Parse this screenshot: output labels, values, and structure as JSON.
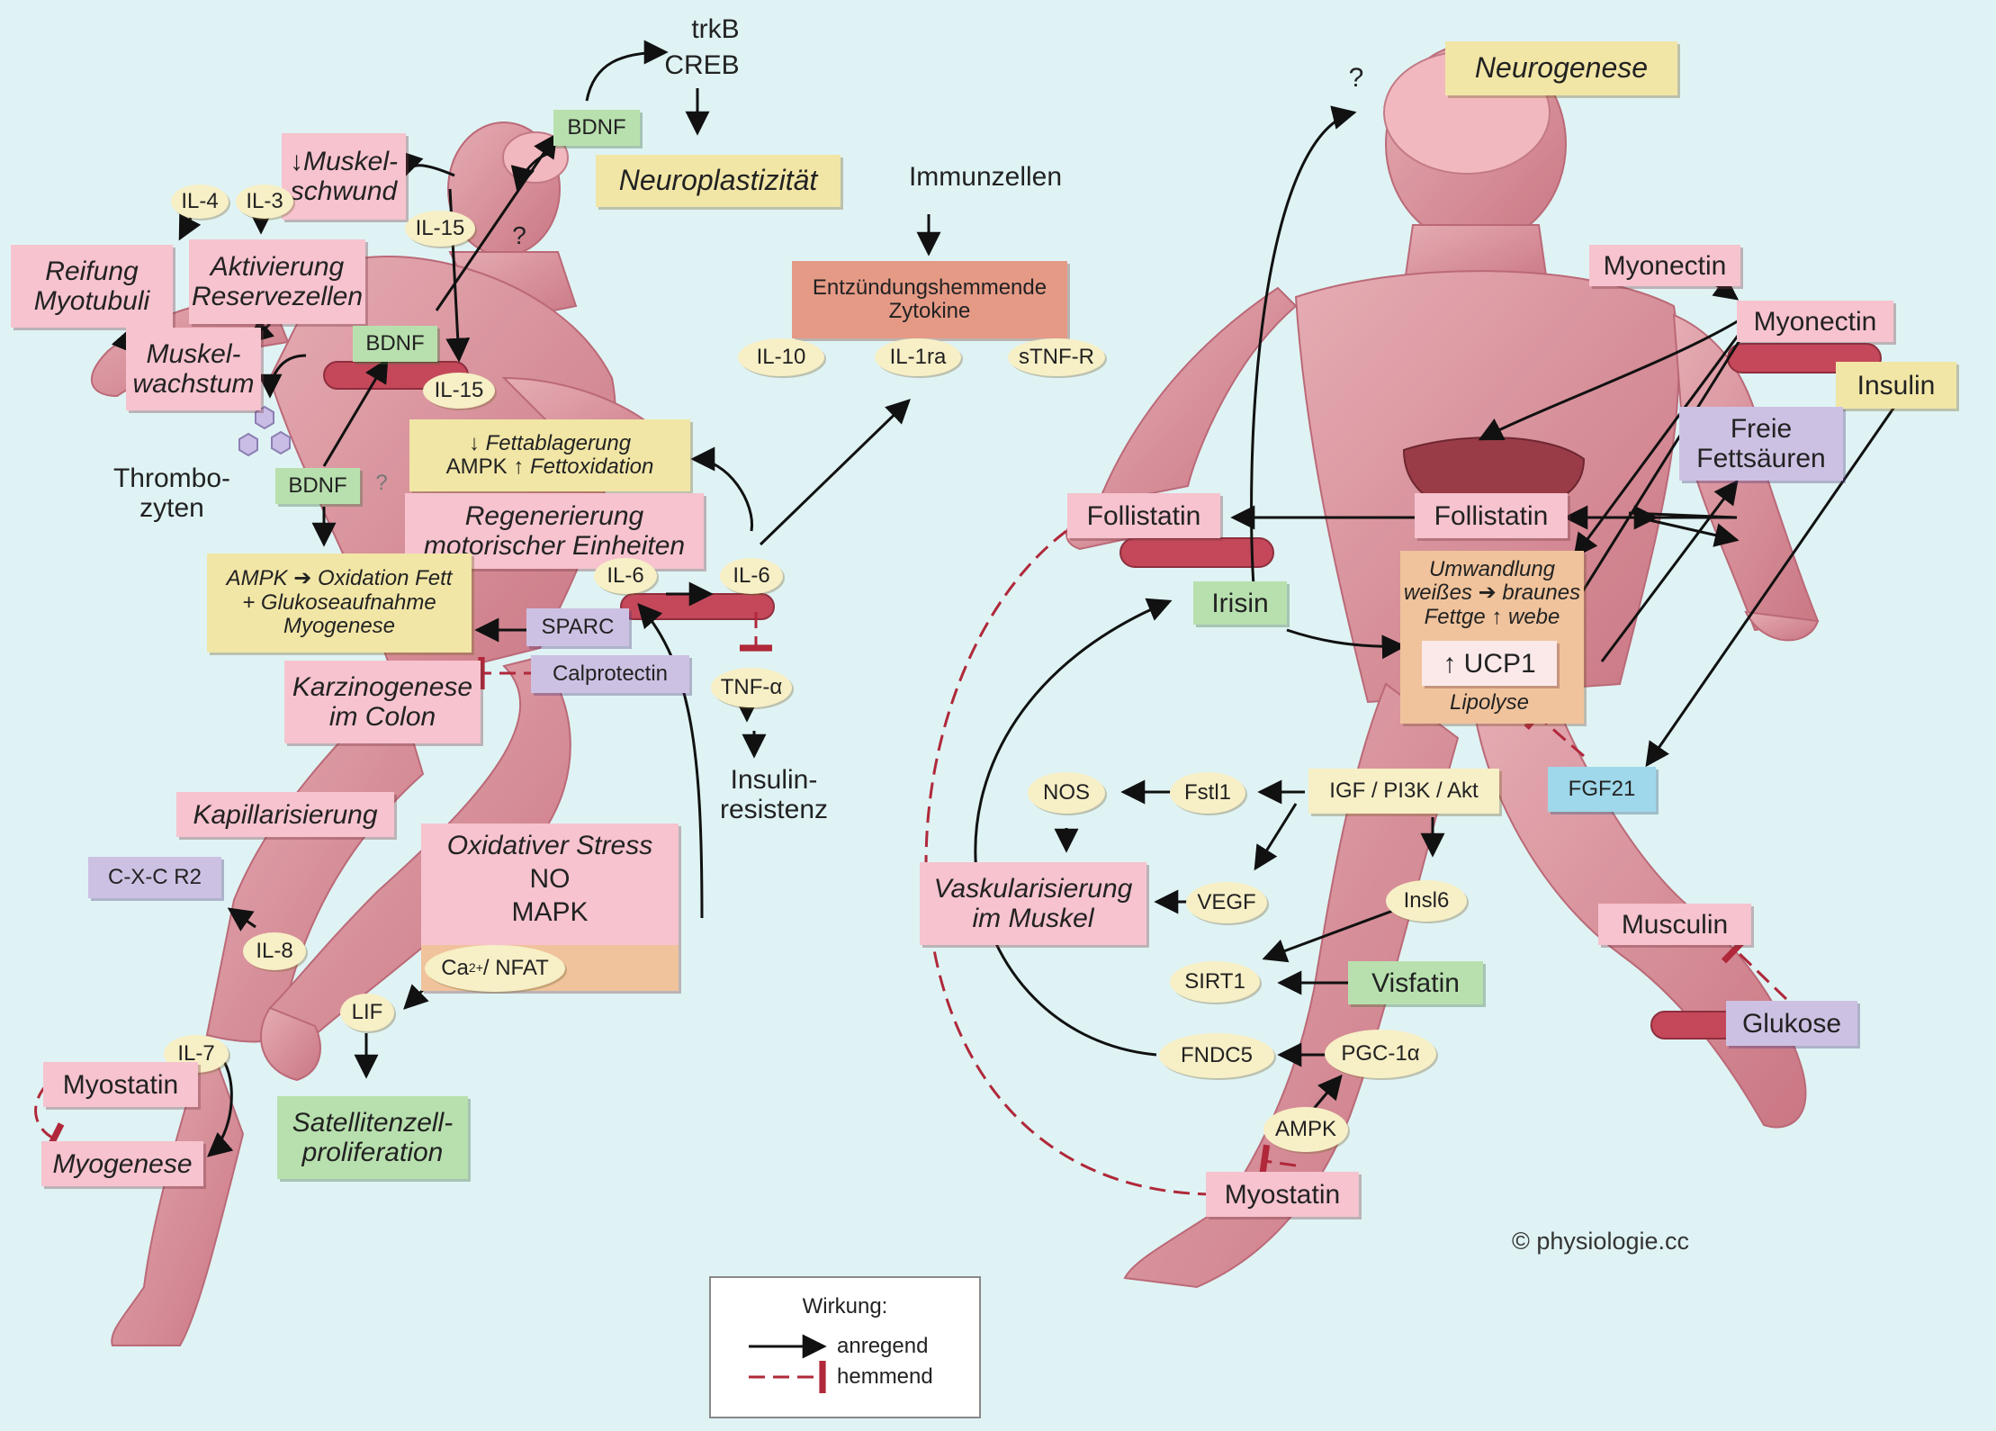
{
  "colors": {
    "background": "#dff3f4",
    "label_pink": "#f6c3cf",
    "label_yellow": "#f1e6a6",
    "label_green": "#b8e0ae",
    "label_purple": "#cdc1e3",
    "label_blue": "#9fd8ea",
    "anregend": "#111111",
    "hemmend": "#b0283a"
  },
  "left": {
    "trkb": "trkB",
    "creb": "CREB",
    "bdnf_top": "BDNF",
    "neuroplastizitaet": "Neuroplastizität",
    "muskelschwund_1": "↓Muskel-",
    "muskelschwund_2": "schwund",
    "il4": "IL-4",
    "il3": "IL-3",
    "il15_top": "IL-15",
    "question": "?",
    "reifung_1": "Reifung",
    "reifung_2": "Myotubuli",
    "aktivierung_1": "Aktivierung",
    "aktivierung_2": "Reservezellen",
    "bdnf_mid": "BDNF",
    "muskelwachstum_1": "Muskel-",
    "muskelwachstum_2": "wachstum",
    "il15_mid": "IL-15",
    "fett_1": "↓ Fettablagerung",
    "fett_2_a": "AMPK",
    "fett_2_b": "↑ Fettoxidation",
    "thrombozyten_1": "Thrombo-",
    "thrombozyten_2": "zyten",
    "bdnf_low": "BDNF",
    "question_small": "?",
    "regenerierung_1": "Regenerierung",
    "regenerierung_2": "motorischer Einheiten",
    "ampk_1": "AMPK ➔ Oxidation Fett",
    "ampk_2": "+ Glukoseaufnahme",
    "ampk_3": "Myogenese",
    "il6_a": "IL-6",
    "il6_b": "IL-6",
    "sparc": "SPARC",
    "calprotectin": "Calprotectin",
    "karzinogenese_1": "Karzinogenese",
    "karzinogenese_2": "im Colon",
    "tnf": "TNF-α",
    "insulinresistenz_1": "Insulin-",
    "insulinresistenz_2": "resistenz",
    "kapillarisierung": "Kapillarisierung",
    "cxcr2": "C-X-C R2",
    "oxstress_1": "Oxidativer Stress",
    "oxstress_2": "NO",
    "oxstress_3": "MAPK",
    "ca_nfat_a": "Ca",
    "ca_nfat_sup": "2+",
    "ca_nfat_b": "/ NFAT",
    "il8": "IL-8",
    "lif": "LIF",
    "il7": "IL-7",
    "myostatin": "Myostatin",
    "satelliten_1": "Satellitenzell-",
    "satelliten_2": "proliferation",
    "myogenese": "Myogenese"
  },
  "center": {
    "immunzellen": "Immunzellen",
    "entz_1": "Entzündungshemmende",
    "entz_2": "Zytokine",
    "il10": "IL-10",
    "il1ra": "IL-1ra",
    "stnfr": "sTNF-R"
  },
  "right": {
    "question": "?",
    "neurogenese": "Neurogenese",
    "myonectin_a": "Myonectin",
    "myonectin_b": "Myonectin",
    "insulin": "Insulin",
    "freie_1": "Freie",
    "freie_2": "Fettsäuren",
    "follistatin_a": "Follistatin",
    "follistatin_b": "Follistatin",
    "irisin": "Irisin",
    "umw_1": "Umwandlung",
    "umw_2": "weißes ➔ braunes",
    "umw_3": "Fettge ↑ webe",
    "ucp1": "↑ UCP1",
    "lipolyse": "Lipolyse",
    "nos": "NOS",
    "fstl1": "Fstl1",
    "igf": "IGF / PI3K / Akt",
    "fgf21": "FGF21",
    "vask_1": "Vaskularisierung",
    "vask_2": "im Muskel",
    "vegf": "VEGF",
    "insl6": "Insl6",
    "musculin": "Musculin",
    "sirt1": "SIRT1",
    "visfatin": "Visfatin",
    "glukose": "Glukose",
    "fndc5": "FNDC5",
    "pgc": "PGC-1α",
    "ampk": "AMPK",
    "myostatin": "Myostatin"
  },
  "legend": {
    "title": "Wirkung:",
    "anregend": "anregend",
    "hemmend": "hemmend"
  },
  "copyright": "© physiologie.cc"
}
